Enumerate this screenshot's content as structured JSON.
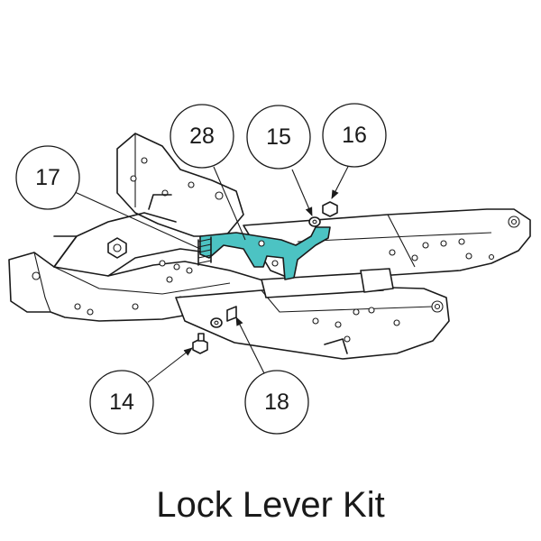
{
  "title": "Lock Lever Kit",
  "callouts": {
    "c28": "28",
    "c15": "15",
    "c16": "16",
    "c17": "17",
    "c14": "14",
    "c18": "18"
  },
  "colors": {
    "highlight": "#4cc3c3",
    "line": "#1a1a1a",
    "background": "#ffffff"
  }
}
